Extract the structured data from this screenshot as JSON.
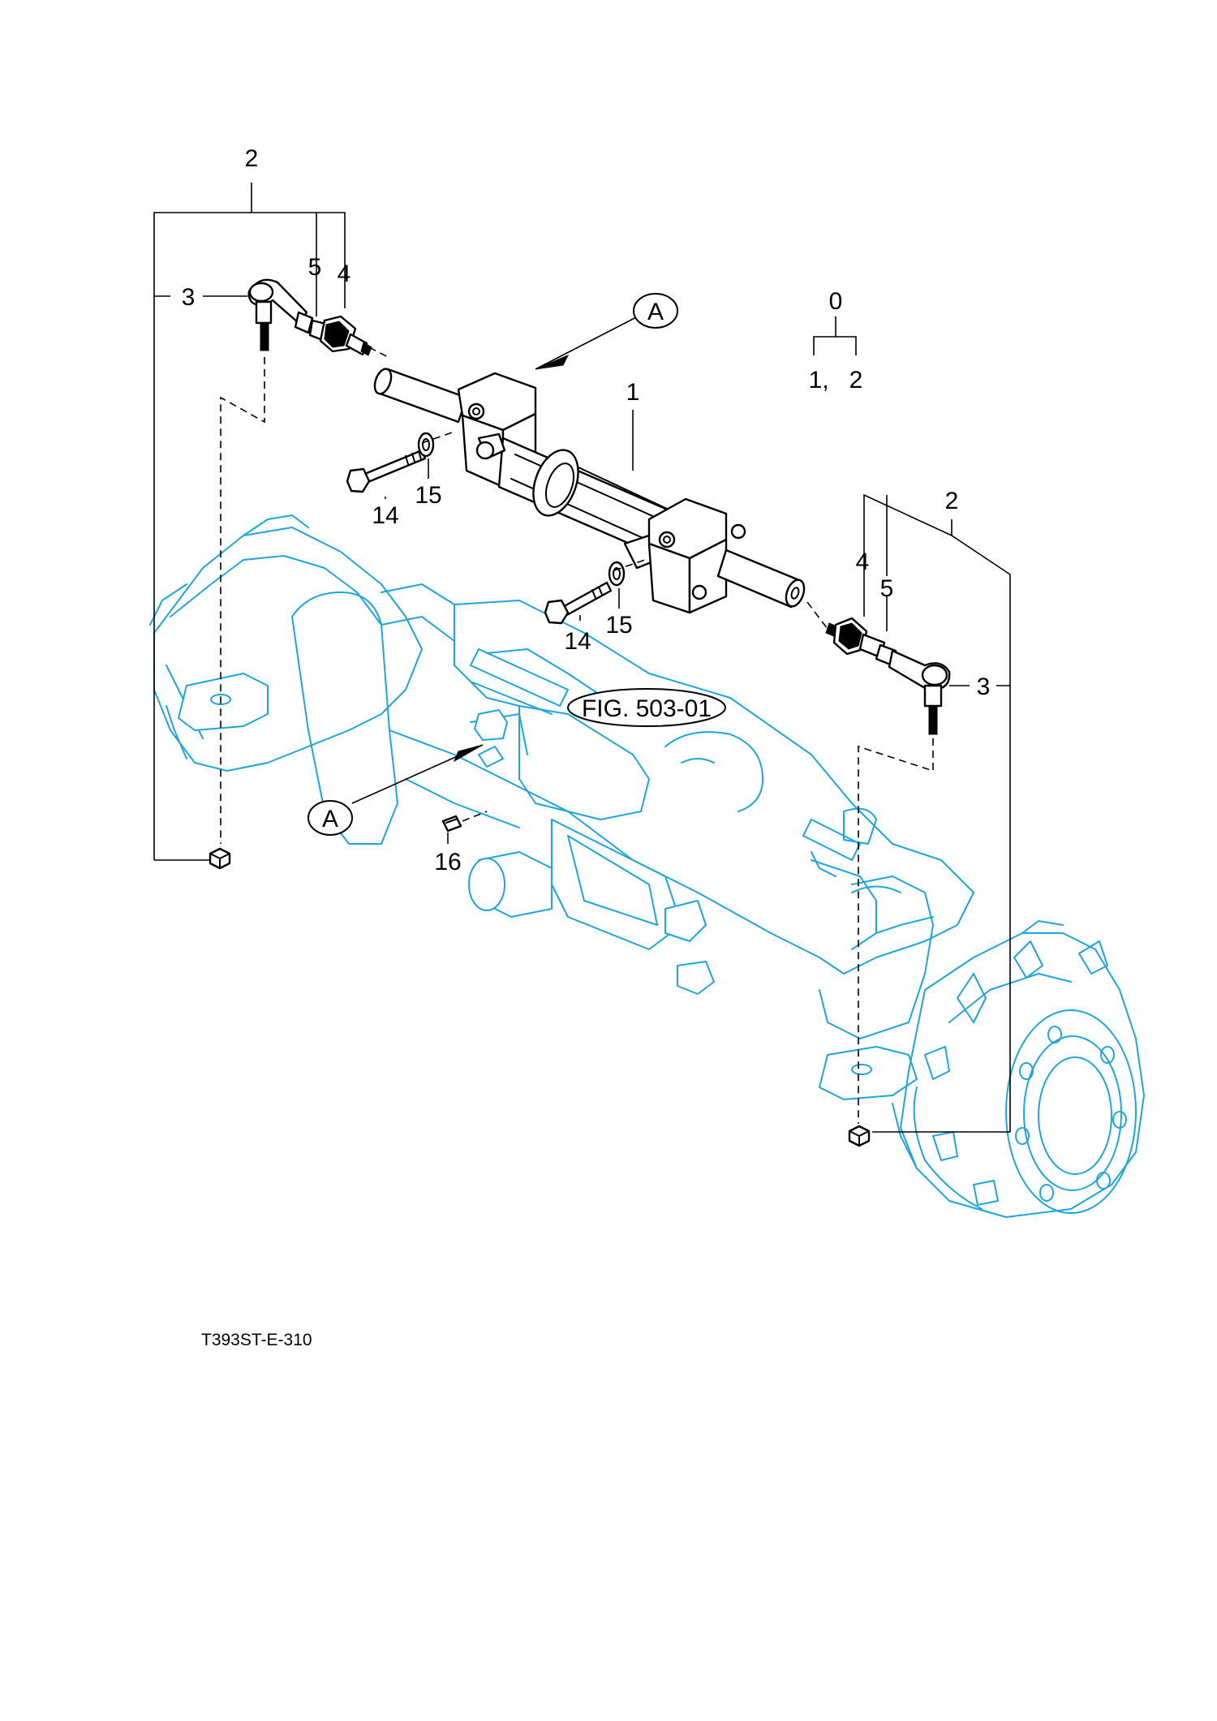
{
  "figure": {
    "code": "T393ST-E-310",
    "fig_reference": "FIG. 503-01",
    "ref_marker": "A"
  },
  "callouts": {
    "top_left_group": "2",
    "left_5": "5",
    "left_4": "4",
    "left_3": "3",
    "cylinder": "1",
    "left_bolt": "14",
    "left_washer": "15",
    "right_group": "2",
    "right_4": "4",
    "right_5": "5",
    "right_3": "3",
    "right_bolt": "14",
    "right_washer": "15",
    "pin": "16"
  },
  "assembly_key": {
    "parent": "0",
    "children": "1,   2"
  },
  "colors": {
    "axle_outline": "#1fa5dc",
    "part_outline": "#000000",
    "background": "#ffffff"
  }
}
